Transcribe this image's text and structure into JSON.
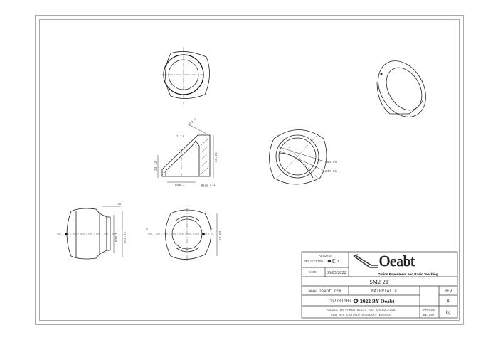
{
  "dimensions": {
    "section_width": "M29.5",
    "section_small": "1.14",
    "section_height_left": "33.43",
    "section_height_right": "58.94",
    "section_diameter": "Ø38.1",
    "section_label": "截面 A-A",
    "front_diameter_1": "Ø53.95",
    "front_diameter_2": "Ø49.21",
    "side_step": "7.37",
    "side_diameter_1": "Ø38.6",
    "side_diameter_2": "Ø48.85",
    "front2_height": "57.02",
    "section_marker_left": "A",
    "section_marker_right": "A"
  },
  "title_block": {
    "drawing_projection_line1": "DRAWING",
    "drawing_projection_line2": "PROJECTION",
    "date_label": "DATE",
    "date_value": "03/03/2022",
    "logo_text": "Oeabt",
    "logo_tagline": "Optics Experiment and Basic Teaching",
    "part_number": "SM2-2T",
    "website": "www.Oeabt.com",
    "material": "MATERIAL #",
    "rev_label": "REV",
    "rev_value": "A",
    "copyright_label": "COPYRIGHT",
    "copyright_text": "2022 BY Oeabt",
    "note_line1": "VALUES IN PARENTHESIS ARE CALCULATED",
    "note_line2": "AND MAY CONTAIN ROUNDOFF ERRORS",
    "weight_label1": "APPROX",
    "weight_label2": "WEIGHT",
    "weight_unit": "kg"
  }
}
